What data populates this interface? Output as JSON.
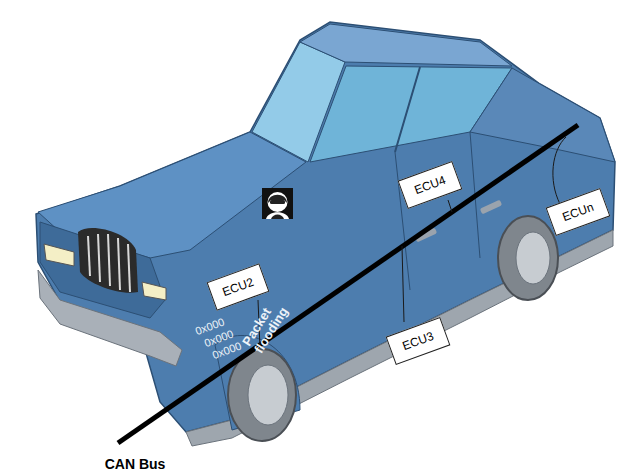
{
  "diagram": {
    "nodes": [
      {
        "text": [
          "ECU2"
        ]
      },
      {
        "text": [
          "ECU3"
        ]
      },
      {
        "text": [
          "ECU4"
        ]
      },
      {
        "text": [
          "ECUn"
        ]
      }
    ],
    "labels": [
      "0x000",
      "0x000",
      "0x000",
      "Packet flooding",
      "CAN Bus"
    ]
  }
}
